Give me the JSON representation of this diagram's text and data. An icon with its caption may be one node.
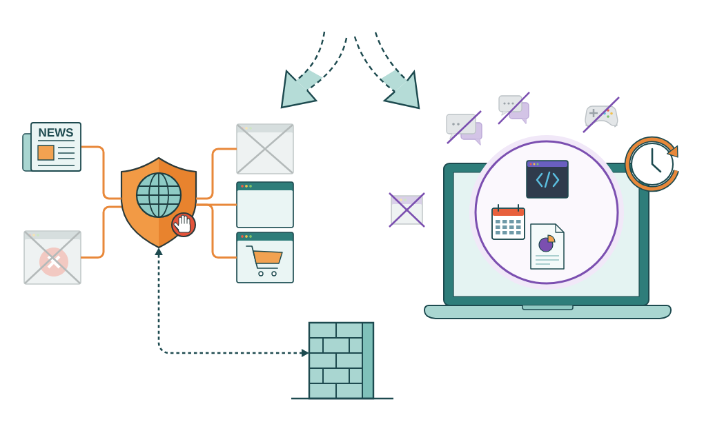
{
  "diagram": {
    "nodes": [
      {
        "text": [
          "NEWS"
        ]
      },
      {
        "text": [],
        "shape": "picture"
      },
      {
        "text": [],
        "shape": "picture"
      },
      {
        "text": [],
        "shape": "picture"
      },
      {
        "text": [],
        "shape": "picture"
      },
      {
        "text": [],
        "shape": "picture"
      },
      {
        "text": [],
        "shape": "picture"
      }
    ],
    "edges": [
      {
        "from": 0,
        "to": 2,
        "arrow": "none"
      },
      {
        "from": 1,
        "to": 2,
        "arrow": "none"
      },
      {
        "from": 2,
        "to": 3,
        "arrow": "none"
      },
      {
        "from": 2,
        "to": 4,
        "arrow": "none"
      },
      {
        "from": 2,
        "to": 5,
        "arrow": "none"
      },
      {
        "from": 2,
        "to": 6,
        "arrow": "both",
        "style": "dashed",
        "color": "#1d4a4f"
      }
    ]
  }
}
